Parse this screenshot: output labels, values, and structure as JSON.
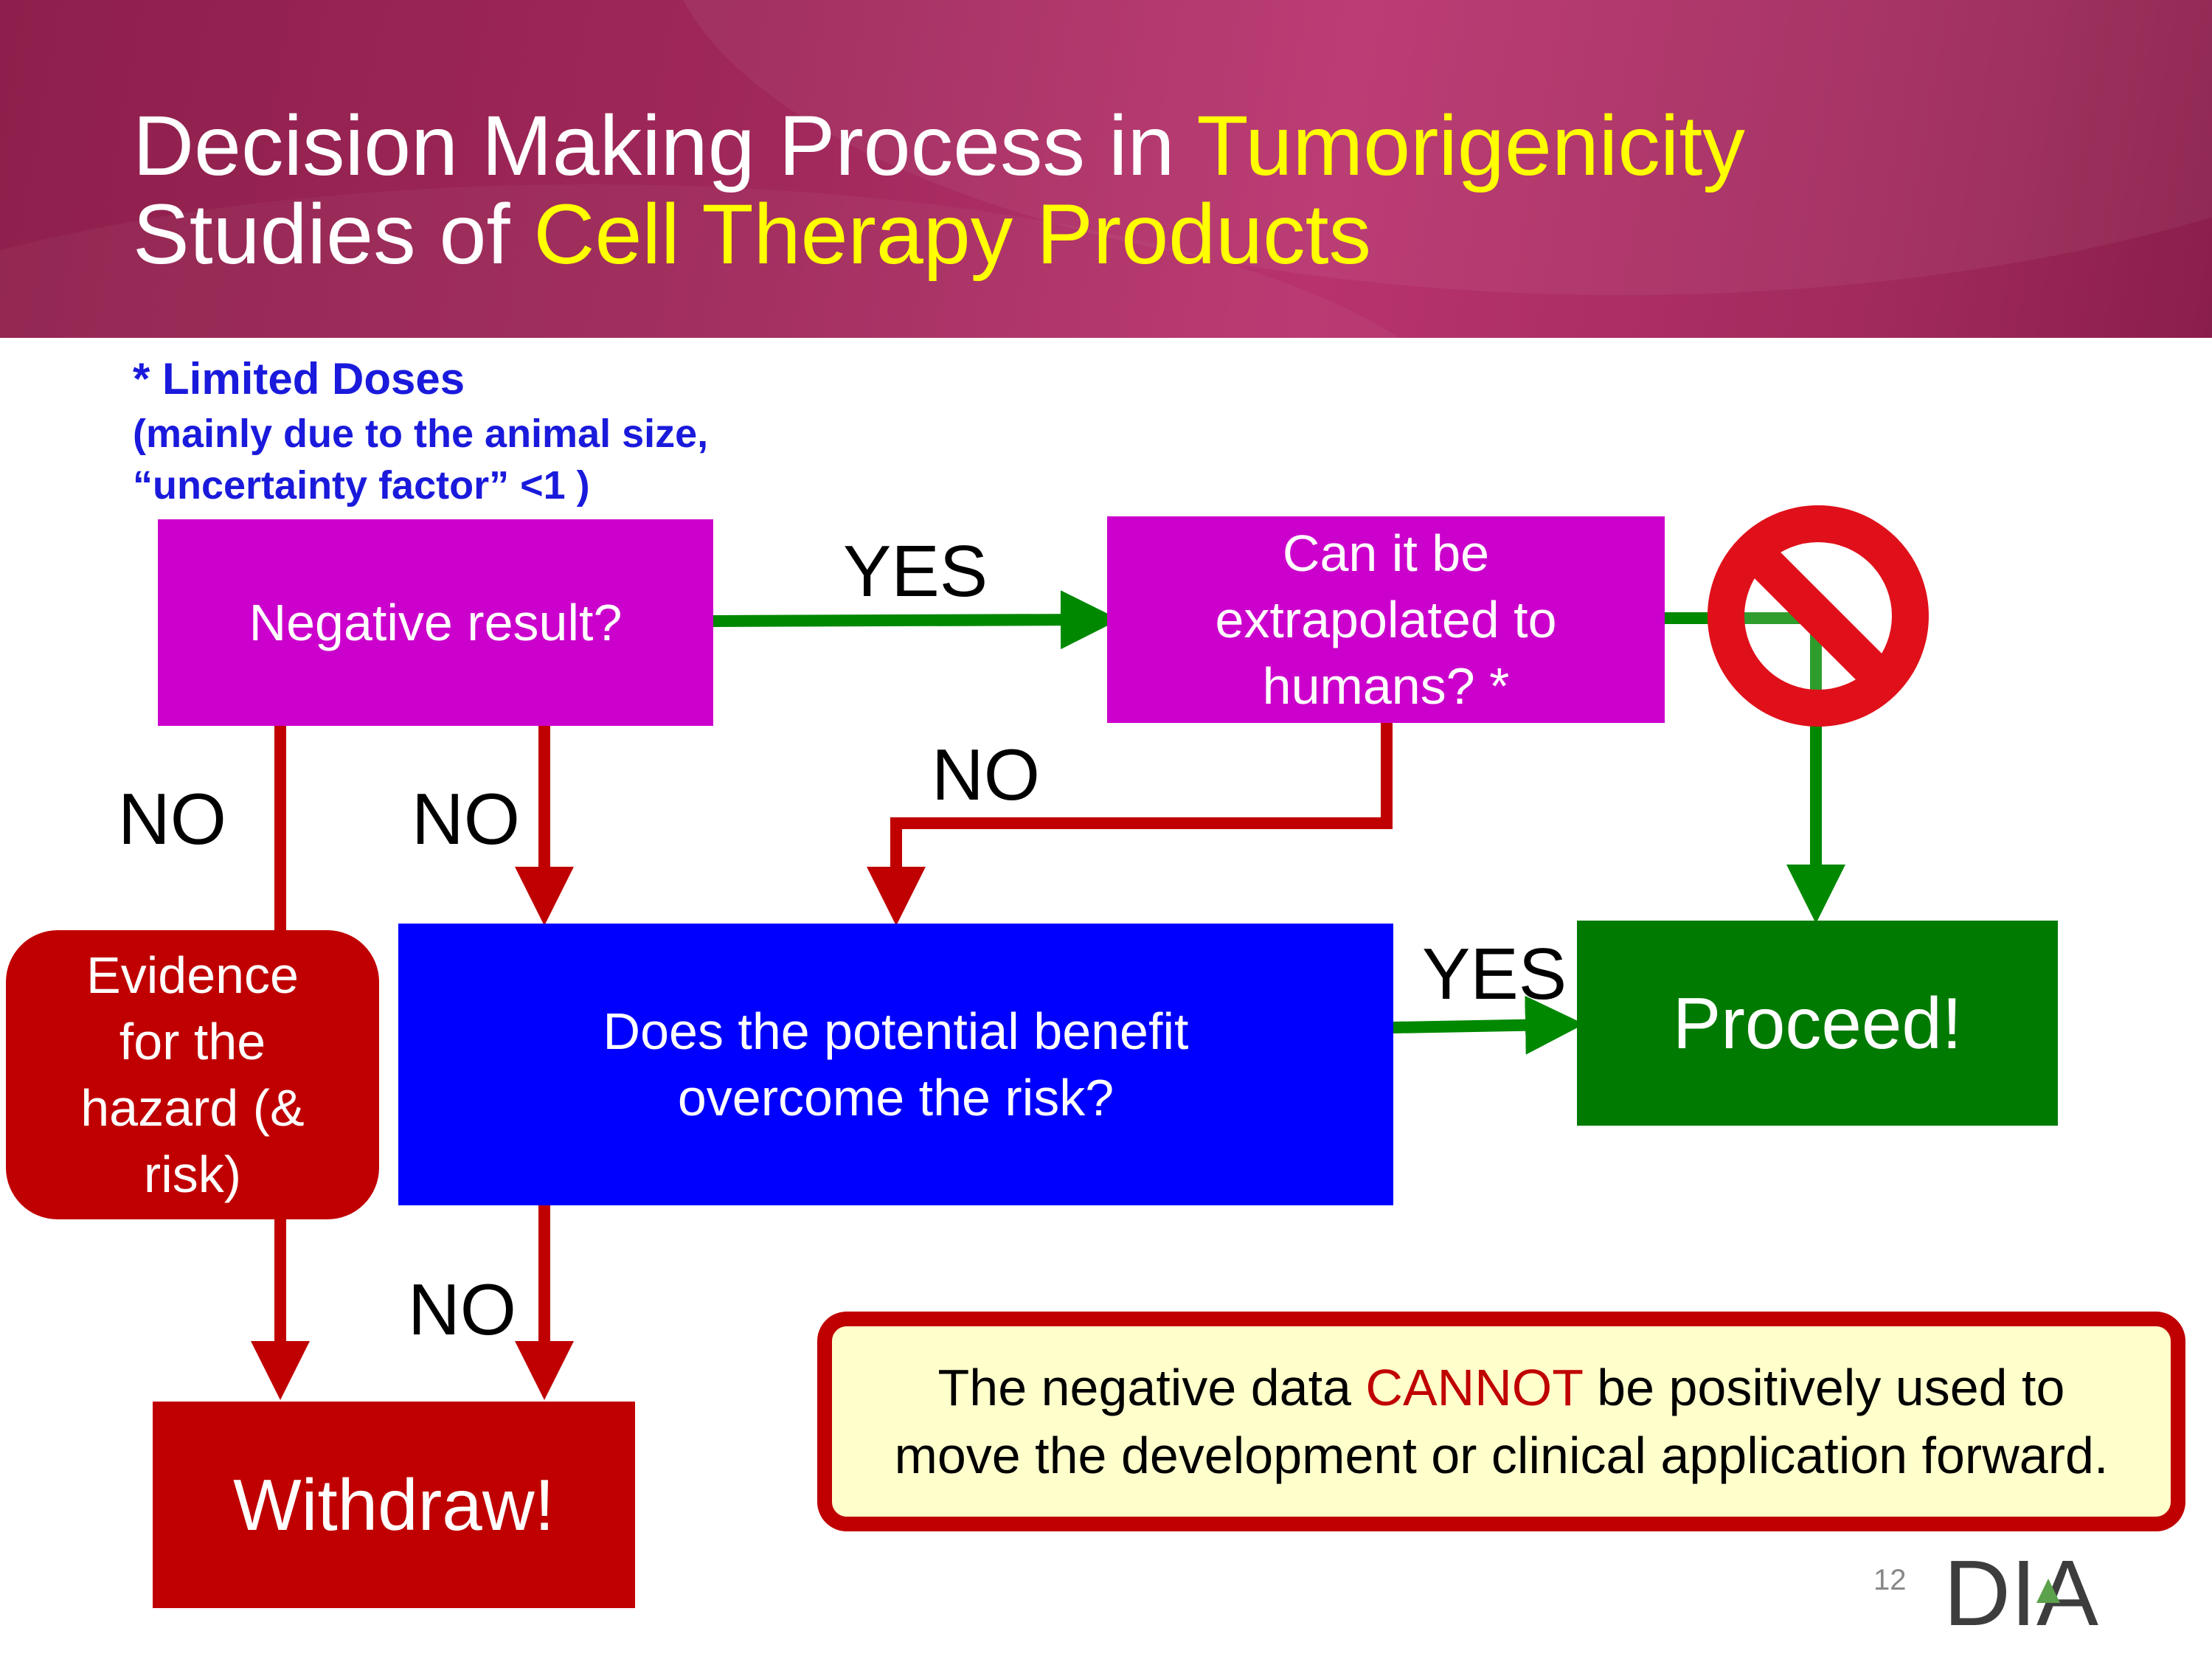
{
  "slide": {
    "title": {
      "line1_plain": "Decision Making Process in ",
      "line1_highlight": "Tumorigenicity",
      "line2_plain": "Studies of ",
      "line2_highlight": "Cell Therapy Products"
    },
    "note": {
      "line1": "* Limited Doses",
      "line2": "(mainly due to the animal size,",
      "line3": "“uncertainty factor” <1 )"
    },
    "nodes": {
      "negative_result": "Negative result?",
      "extrapolate": "Can it be extrapolated to humans? *",
      "benefit_risk": "Does the potential benefit overcome the risk?",
      "evidence": "Evidence for the hazard (& risk)",
      "proceed": "Proceed!",
      "withdraw": "Withdraw!"
    },
    "edge_labels": {
      "yes_top": "YES",
      "yes_right": "YES",
      "no_left": "NO",
      "no_center": "NO",
      "no_extrapolate": "NO",
      "no_bottom": "NO"
    },
    "callout": {
      "prefix": "The negative data ",
      "emphasis": "CANNOT",
      "suffix": " be positively used to",
      "line2": "move the development or clinical application forward."
    },
    "page_number": "12",
    "logo_text": "DIA",
    "icons": [
      "prohibition-icon",
      "dia-logo-triangle"
    ],
    "colors": {
      "header": "#a0285a",
      "highlight": "#ffff00",
      "note_text": "#1a1adc",
      "question_box": "#cc00cc",
      "decision_box": "#0000ff",
      "proceed": "#007a00",
      "withdraw": "#c00000",
      "callout_fill": "#ffffcc"
    }
  }
}
